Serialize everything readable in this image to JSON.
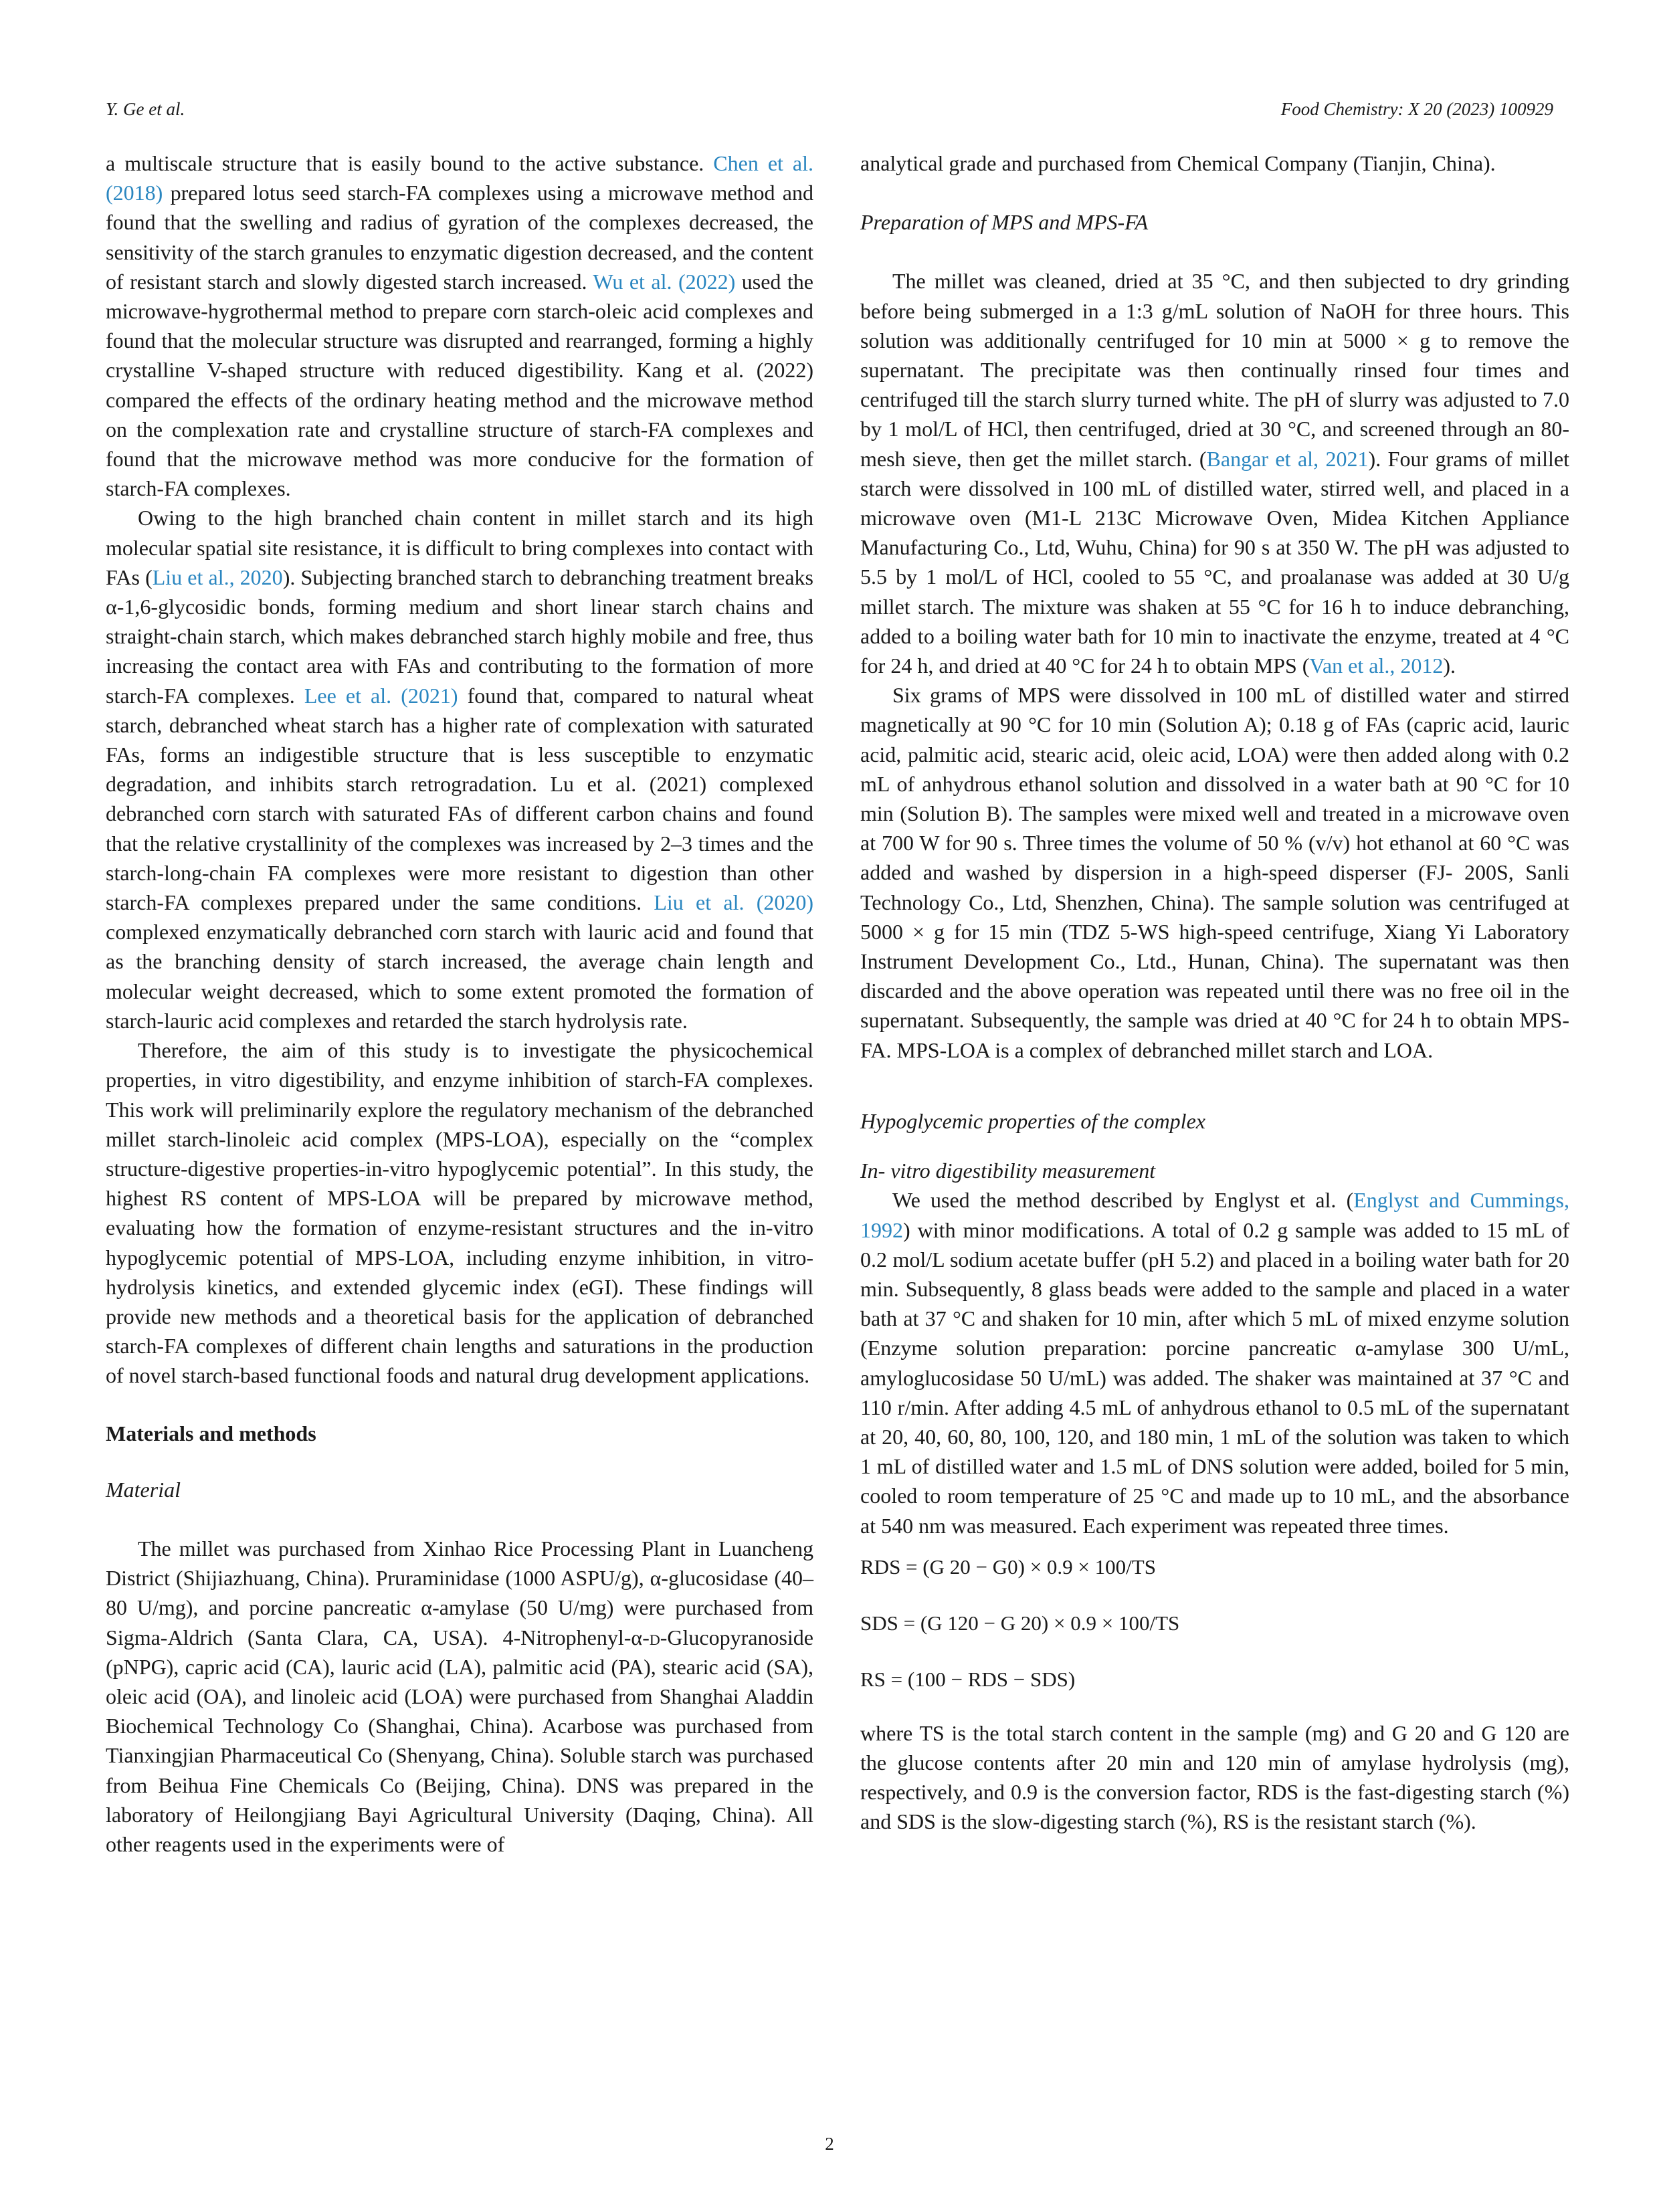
{
  "header": {
    "authors": "Y. Ge et al.",
    "journal": "Food Chemistry: X 20 (2023) 100929"
  },
  "page_number": "2",
  "left": {
    "p1": {
      "t1": "a multiscale structure that is easily bound to the active substance. ",
      "c1": "Chen et al. (2018)",
      "t2": " prepared lotus seed starch-FA complexes using a microwave method and found that the swelling and radius of gyration of the complexes decreased, the sensitivity of the starch granules to enzymatic digestion decreased, and the content of resistant starch and slowly digested starch increased. ",
      "c2": "Wu et al. (2022)",
      "t3": " used the microwave-hygrothermal method to prepare corn starch-oleic acid complexes and found that the molecular structure was disrupted and rearranged, forming a highly crystalline V-shaped structure with reduced digestibility. Kang et al. (2022) compared the effects of the ordinary heating method and the microwave method on the complexation rate and crystalline structure of starch-FA complexes and found that the microwave method was more conducive for the formation of starch-FA complexes."
    },
    "p2": {
      "t1": "Owing to the high branched chain content in millet starch and its high molecular spatial site resistance, it is difficult to bring complexes into contact with FAs (",
      "c1": "Liu et al., 2020",
      "t2": "). Subjecting branched starch to debranching treatment breaks α-1,6-glycosidic bonds, forming medium and short linear starch chains and straight-chain starch, which makes debranched starch highly mobile and free, thus increasing the contact area with FAs and contributing to the formation of more starch-FA complexes. ",
      "c2": "Lee et al. (2021)",
      "t3": " found that, compared to natural wheat starch, debranched wheat starch has a higher rate of complexation with saturated FAs, forms an indigestible structure that is less susceptible to enzymatic degradation, and inhibits starch retrogradation. Lu et al. (2021) complexed debranched corn starch with saturated FAs of different carbon chains and found that the relative crystallinity of the complexes was increased by 2–3 times and the starch-long-chain FA complexes were more resistant to digestion than other starch-FA complexes prepared under the same conditions. ",
      "c3": "Liu et al. (2020)",
      "t4": " complexed enzymatically debranched corn starch with lauric acid and found that as the branching density of starch increased, the average chain length and molecular weight decreased, which to some extent promoted the formation of starch-lauric acid complexes and retarded the starch hydrolysis rate."
    },
    "p3": "Therefore, the aim of this study is to investigate the physicochemical properties, in vitro digestibility, and enzyme inhibition of starch-FA complexes. This work will preliminarily explore the regulatory mechanism of the debranched millet starch-linoleic acid complex (MPS-LOA), especially on the “complex structure-digestive properties-in-vitro hypoglycemic potential”. In this study, the highest RS content of MPS-LOA will be prepared by microwave method, evaluating how the formation of enzyme-resistant structures and the in-vitro hypoglycemic potential of MPS-LOA, including enzyme inhibition, in vitro-hydrolysis kinetics, and extended glycemic index (eGI). These findings will provide new methods and a theoretical basis for the application of debranched starch-FA complexes of different chain lengths and saturations in the production of novel starch-based functional foods and natural drug development applications.",
    "h_methods": "Materials and methods",
    "h_material": "Material",
    "p4": {
      "t1": "The millet was purchased from Xinhao Rice Processing Plant in Luancheng District (Shijiazhuang, China). Pruraminidase (1000 ASPU/g), α-glucosidase (40–80 U/mg), and porcine pancreatic α-amylase (50 U/mg) were purchased from Sigma-Aldrich (Santa Clara, CA, USA). 4-Nitrophenyl-α-",
      "sc": "d",
      "t2": "-Glucopyranoside (pNPG), capric acid (CA), lauric acid (LA), palmitic acid (PA), stearic acid (SA), oleic acid (OA), and linoleic acid (LOA) were purchased from Shanghai Aladdin Biochemical Technology Co (Shanghai, China). Acarbose was purchased from Tianxingjian Pharmaceutical Co (Shenyang, China). Soluble starch was purchased from Beihua Fine Chemicals Co (Beijing, China). DNS was prepared in the laboratory of Heilongjiang Bayi Agricultural University (Daqing, China). All other reagents used in the experiments were of"
    }
  },
  "right": {
    "p0": "analytical grade and purchased from Chemical Company (Tianjin, China).",
    "h_prep": "Preparation of MPS and MPS-FA",
    "p1": {
      "t1": "The millet was cleaned, dried at 35 °C, and then subjected to dry grinding before being submerged in a 1:3 g/mL solution of NaOH for three hours. This solution was additionally centrifuged for 10 min at 5000 × g to remove the supernatant. The precipitate was then continually rinsed four times and centrifuged till the starch slurry turned white. The pH of slurry was adjusted to 7.0 by 1 mol/L of HCl, then centrifuged, dried at 30 °C, and screened through an 80-mesh sieve, then get the millet starch. (",
      "c1": "Bangar et al, 2021",
      "t2": "). Four grams of millet starch were dissolved in 100 mL of distilled water, stirred well, and placed in a microwave oven (M1-L 213C Microwave Oven, Midea Kitchen Appliance Manufacturing Co., Ltd, Wuhu, China) for 90 s at 350 W. The pH was adjusted to 5.5 by 1 mol/L of HCl, cooled to 55 °C, and proalanase was added at 30 U/g millet starch. The mixture was shaken at 55 °C for 16 h to induce debranching, added to a boiling water bath for 10 min to inactivate the enzyme, treated at 4 °C for 24 h, and dried at 40 °C for 24 h to obtain MPS (",
      "c2": "Van et al., 2012",
      "t3": ")."
    },
    "p2": "Six grams of MPS were dissolved in 100 mL of distilled water and stirred magnetically at 90 °C for 10 min (Solution A); 0.18 g of FAs (capric acid, lauric acid, palmitic acid, stearic acid, oleic acid, LOA) were then added along with 0.2 mL of anhydrous ethanol solution and dissolved in a water bath at 90 °C for 10 min (Solution B). The samples were mixed well and treated in a microwave oven at 700 W for 90 s. Three times the volume of 50 % (v/v) hot ethanol at 60 °C was added and washed by dispersion in a high-speed disperser (FJ- 200S, Sanli Technology Co., Ltd, Shenzhen, China). The sample solution was centrifuged at 5000 × g for 15 min (TDZ 5-WS high-speed centrifuge, Xiang Yi Laboratory Instrument Development Co., Ltd., Hunan, China). The supernatant was then discarded and the above operation was repeated until there was no free oil in the supernatant. Subsequently, the sample was dried at 40 °C for 24 h to obtain MPS-FA. MPS-LOA is a complex of debranched millet starch and LOA.",
    "h_hypo": "Hypoglycemic properties of the complex",
    "h_invitro": "In- vitro digestibility measurement",
    "p3": {
      "t1": "We used the method described by Englyst et al. (",
      "c1": "Englyst and Cummings, 1992",
      "t2": ") with minor modifications. A total of 0.2 g sample was added to 15 mL of 0.2 mol/L sodium acetate buffer (pH 5.2) and placed in a boiling water bath for 20 min. Subsequently, 8 glass beads were added to the sample and placed in a water bath at 37 °C and shaken for 10 min, after which 5 mL of mixed enzyme solution (Enzyme solution preparation: porcine pancreatic α-amylase 300 U/mL, amyloglucosidase 50 U/mL) was added. The shaker was maintained at 37 °C and 110 r/min. After adding 4.5 mL of anhydrous ethanol to 0.5 mL of the supernatant at 20, 40, 60, 80, 100, 120, and 180 min, 1 mL of the solution was taken to which 1 mL of distilled water and 1.5 mL of DNS solution were added, boiled for 5 min, cooled to room temperature of 25 °C and made up to 10 mL, and the absorbance at 540 nm was measured. Each experiment was repeated three times."
    },
    "eq1": "RDS = (G 20 − G0) × 0.9 × 100/TS",
    "eq2": "SDS = (G 120 − G 20) × 0.9 × 100/TS",
    "eq3": "RS = (100 − RDS − SDS)",
    "p4": "where TS is the total starch content in the sample (mg) and G 20 and G 120 are the glucose contents after 20 min and 120 min of amylase hydrolysis (mg), respectively, and 0.9 is the conversion factor, RDS is the fast-digesting starch (%) and SDS is the slow-digesting starch (%), RS is the resistant starch (%)."
  }
}
